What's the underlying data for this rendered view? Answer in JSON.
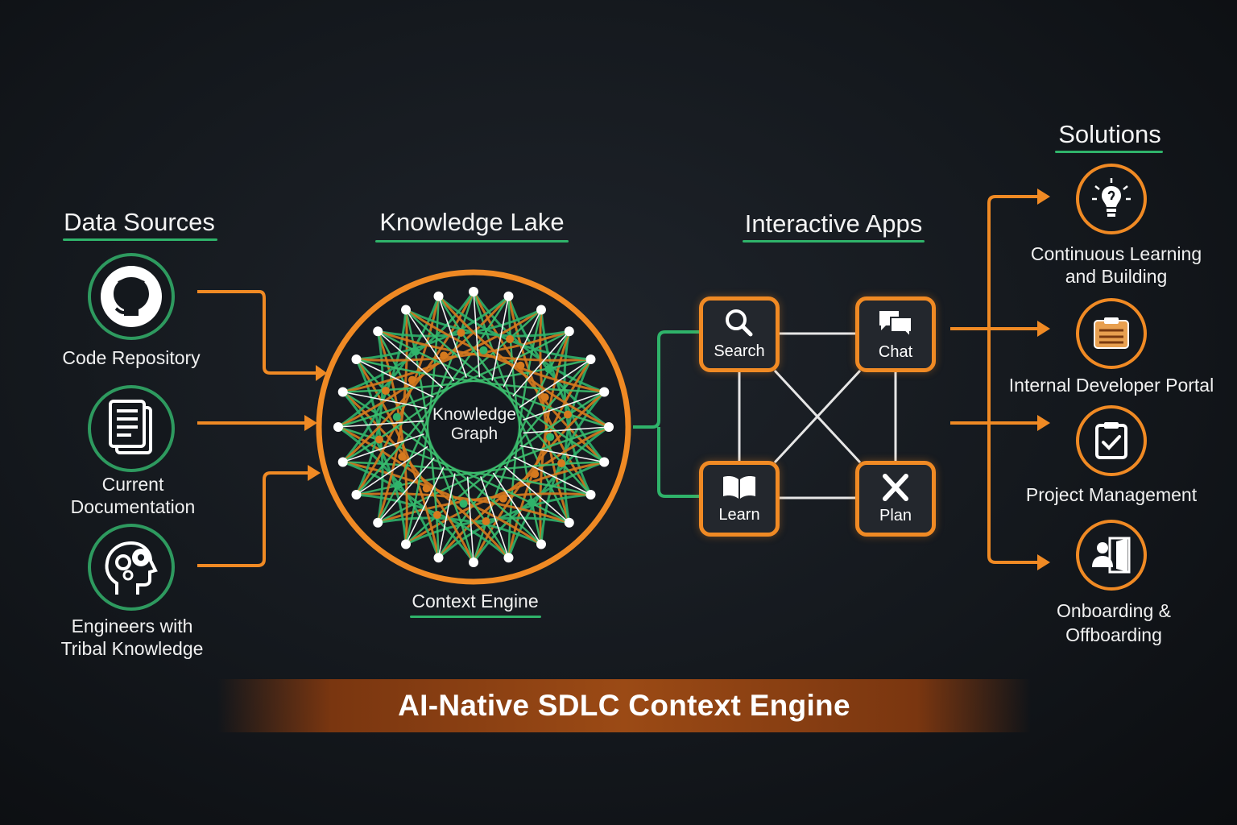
{
  "sections": {
    "data_sources": "Data Sources",
    "knowledge_lake": "Knowledge Lake",
    "interactive_apps": "Interactive Apps",
    "solutions": "Solutions"
  },
  "sources": [
    {
      "label_lines": [
        "Code Repository"
      ],
      "icon": "github-icon"
    },
    {
      "label_lines": [
        "Current",
        "Documentation"
      ],
      "icon": "document-icon"
    },
    {
      "label_lines": [
        "Engineers with",
        "Tribal Knowledge"
      ],
      "icon": "head-gears-icon"
    }
  ],
  "graph": {
    "center_lines": [
      "Knowledge",
      "Graph"
    ],
    "caption": "Context Engine"
  },
  "apps": [
    {
      "label": "Search",
      "icon": "search-icon"
    },
    {
      "label": "Chat",
      "icon": "chat-icon"
    },
    {
      "label": "Learn",
      "icon": "book-icon"
    },
    {
      "label": "Plan",
      "icon": "tools-icon"
    }
  ],
  "solutions": [
    {
      "label_lines": [
        "Continuous Learning",
        "and Building"
      ],
      "icon": "lightbulb-icon"
    },
    {
      "label_lines": [
        "Internal Developer Portal"
      ],
      "icon": "portal-icon"
    },
    {
      "label_lines": [
        "Project Management"
      ],
      "icon": "clipboard-check-icon"
    },
    {
      "label_lines": [
        "Onboarding &",
        "Offboarding"
      ],
      "icon": "person-door-icon"
    }
  ],
  "banner": "AI-Native SDLC Context Engine",
  "colors": {
    "accent_orange": "#f08a24",
    "accent_green": "#2fb36a",
    "background": "#14181d",
    "banner": "#9b4a15"
  }
}
